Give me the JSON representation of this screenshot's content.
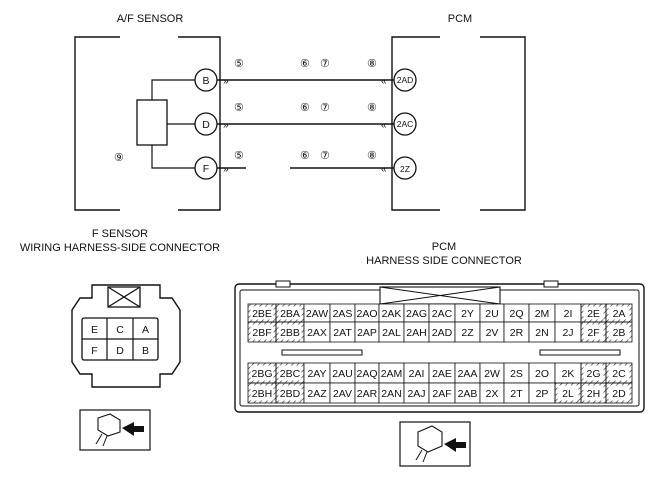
{
  "titles": {
    "af_sensor": "A/F SENSOR",
    "pcm": "PCM",
    "f_sensor_line1": "F SENSOR",
    "f_sensor_line2": "WIRING HARNESS-SIDE CONNECTOR",
    "pcm_conn_line1": "PCM",
    "pcm_conn_line2": "HARNESS SIDE CONNECTOR"
  },
  "sensor_pins": [
    "B",
    "D",
    "F"
  ],
  "pcm_pins": [
    "2AD",
    "2AC",
    "2Z"
  ],
  "note_marks": {
    "five": "⑤",
    "six": "⑥",
    "seven": "⑦",
    "eight": "⑧",
    "nine": "⑨"
  },
  "sensor_connector": {
    "top_row": [
      "E",
      "C",
      "A"
    ],
    "bottom_row": [
      "F",
      "D",
      "B"
    ]
  },
  "pcm_connector": {
    "upper_row1": [
      "2BE",
      "2BA",
      "2AW",
      "2AS",
      "2AO",
      "2AK",
      "2AG",
      "2AC",
      "2Y",
      "2U",
      "2Q",
      "2M",
      "2I",
      "2E",
      "2A"
    ],
    "upper_row2": [
      "2BF",
      "2BB",
      "2AX",
      "2AT",
      "2AP",
      "2AL",
      "2AH",
      "2AD",
      "2Z",
      "2V",
      "2R",
      "2N",
      "2J",
      "2F",
      "2B"
    ],
    "lower_row1": [
      "2BG",
      "2BC",
      "2AY",
      "2AU",
      "2AQ",
      "2AM",
      "2AI",
      "2AE",
      "2AA",
      "2W",
      "2S",
      "2O",
      "2K",
      "2G",
      "2C"
    ],
    "lower_row2": [
      "2BH",
      "2BD",
      "2AZ",
      "2AV",
      "2AR",
      "2AN",
      "2AJ",
      "2AF",
      "2AB",
      "2X",
      "2T",
      "2P",
      "2L",
      "2H",
      "2D"
    ]
  }
}
